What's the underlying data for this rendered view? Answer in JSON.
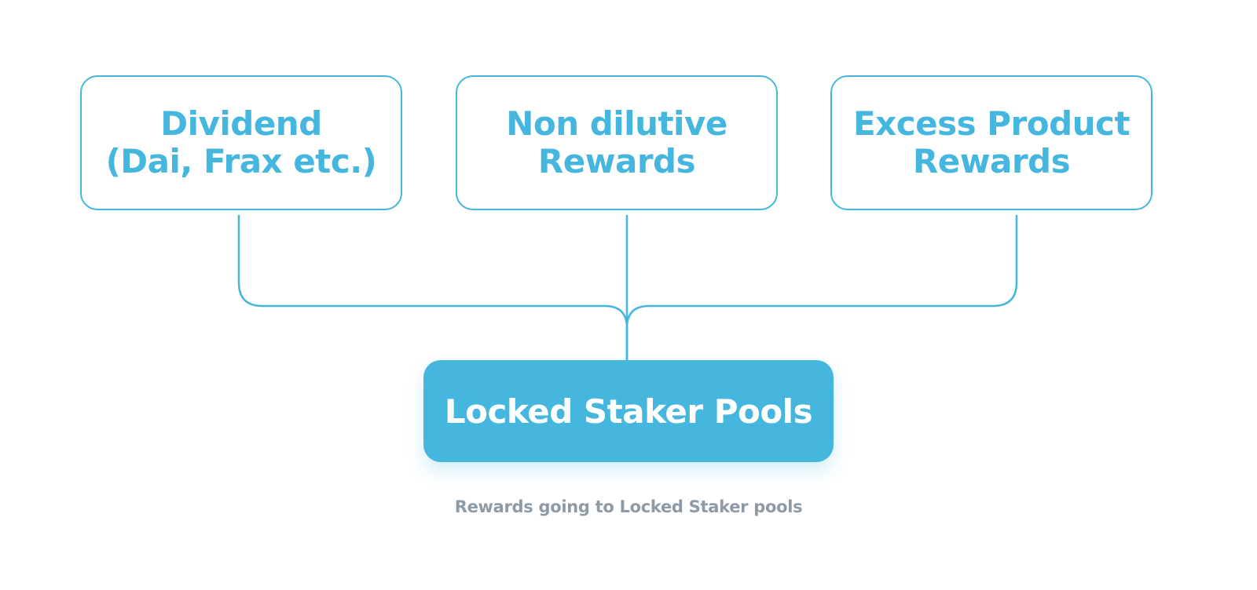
{
  "diagram": {
    "sources": [
      {
        "line1": "Dividend",
        "line2": "(Dai, Frax etc.)"
      },
      {
        "line1": "Non dilutive",
        "line2": "Rewards"
      },
      {
        "line1": "Excess Product",
        "line2": "Rewards"
      }
    ],
    "target": {
      "label": "Locked Staker Pools"
    },
    "caption": "Rewards going to Locked Staker pools",
    "colors": {
      "accent": "#45b7de",
      "caption": "#8e9aa6",
      "background": "#ffffff"
    }
  }
}
